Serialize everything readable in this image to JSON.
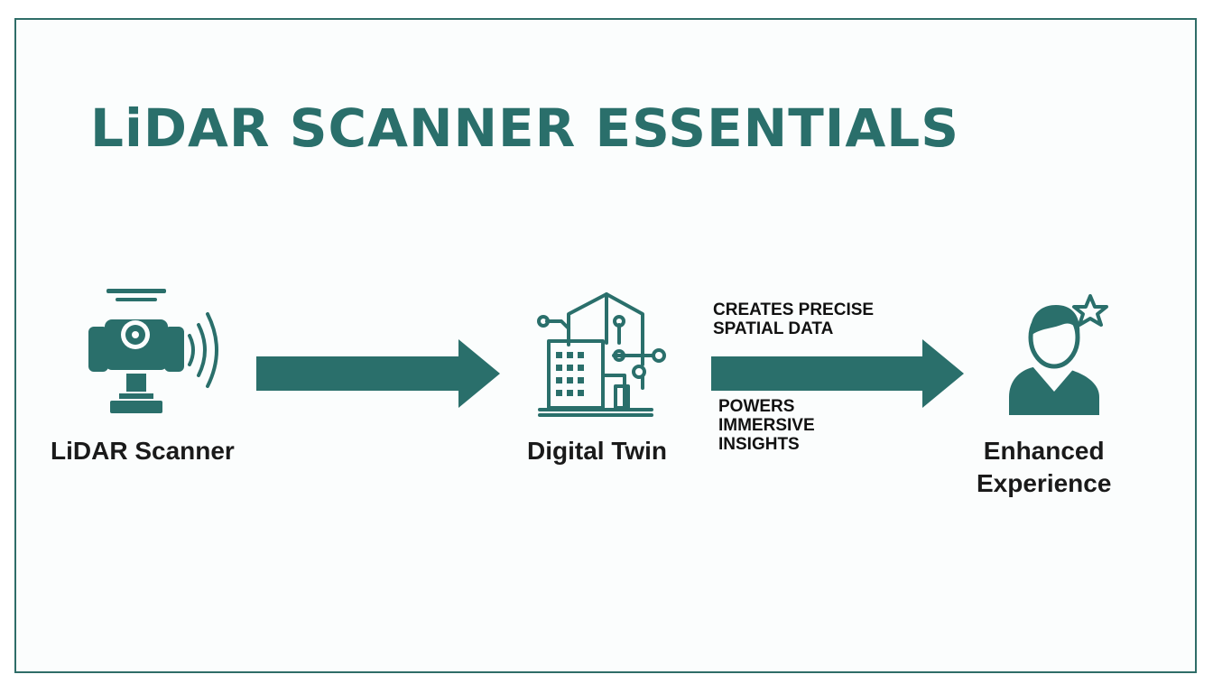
{
  "title": "LiDAR SCANNER ESSENTIALS",
  "colors": {
    "accent": "#2a6f6b",
    "border": "#2f6d68",
    "text": "#1a1a1a",
    "background": "#fbfdfd"
  },
  "nodes": [
    {
      "label": "LiDAR Scanner",
      "icon": "lidar-scanner-icon"
    },
    {
      "label": "Digital Twin",
      "icon": "digital-twin-building-icon"
    },
    {
      "label": "Enhanced\nExperience",
      "icon": "user-star-icon"
    }
  ],
  "edges": [
    {
      "from": "LiDAR Scanner",
      "to": "Digital Twin",
      "labels": []
    },
    {
      "from": "Digital Twin",
      "to": "Enhanced\nExperience",
      "labels": [
        "CREATES PRECISE\nSPATIAL DATA",
        "POWERS\nIMMERSIVE\nINSIGHTS"
      ]
    }
  ]
}
